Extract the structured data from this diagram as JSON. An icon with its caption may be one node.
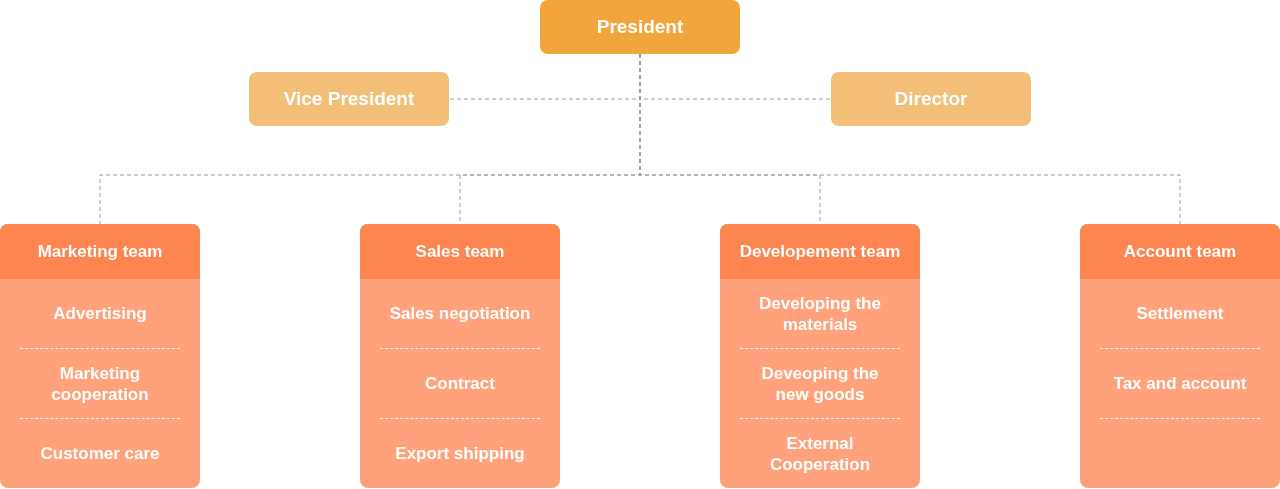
{
  "diagram": {
    "nodes": [
      {
        "text": [
          "President"
        ]
      },
      {
        "text": [
          "Vice President"
        ]
      },
      {
        "text": [
          "Director"
        ]
      },
      {
        "text": [
          "Marketing team",
          "Advertising",
          "Marketing cooperation",
          "Customer care"
        ]
      },
      {
        "text": [
          "Sales team",
          "Sales negotiation",
          "Contract",
          "Export shipping"
        ]
      },
      {
        "text": [
          "Developement team",
          "Developing the materials",
          "Deveoping the new goods",
          "External Cooperation"
        ]
      },
      {
        "text": [
          "Account team",
          "Settlement",
          "Tax and account"
        ]
      }
    ],
    "edges": [
      {
        "from": 0,
        "to": 1,
        "arrow": "none",
        "style": "dashed"
      },
      {
        "from": 0,
        "to": 2,
        "arrow": "none",
        "style": "dashed"
      },
      {
        "from": 0,
        "to": 3,
        "arrow": "none",
        "style": "dashed"
      },
      {
        "from": 0,
        "to": 4,
        "arrow": "none",
        "style": "dashed"
      },
      {
        "from": 0,
        "to": 5,
        "arrow": "none",
        "style": "dashed"
      },
      {
        "from": 0,
        "to": 6,
        "arrow": "none",
        "style": "dashed"
      }
    ]
  }
}
